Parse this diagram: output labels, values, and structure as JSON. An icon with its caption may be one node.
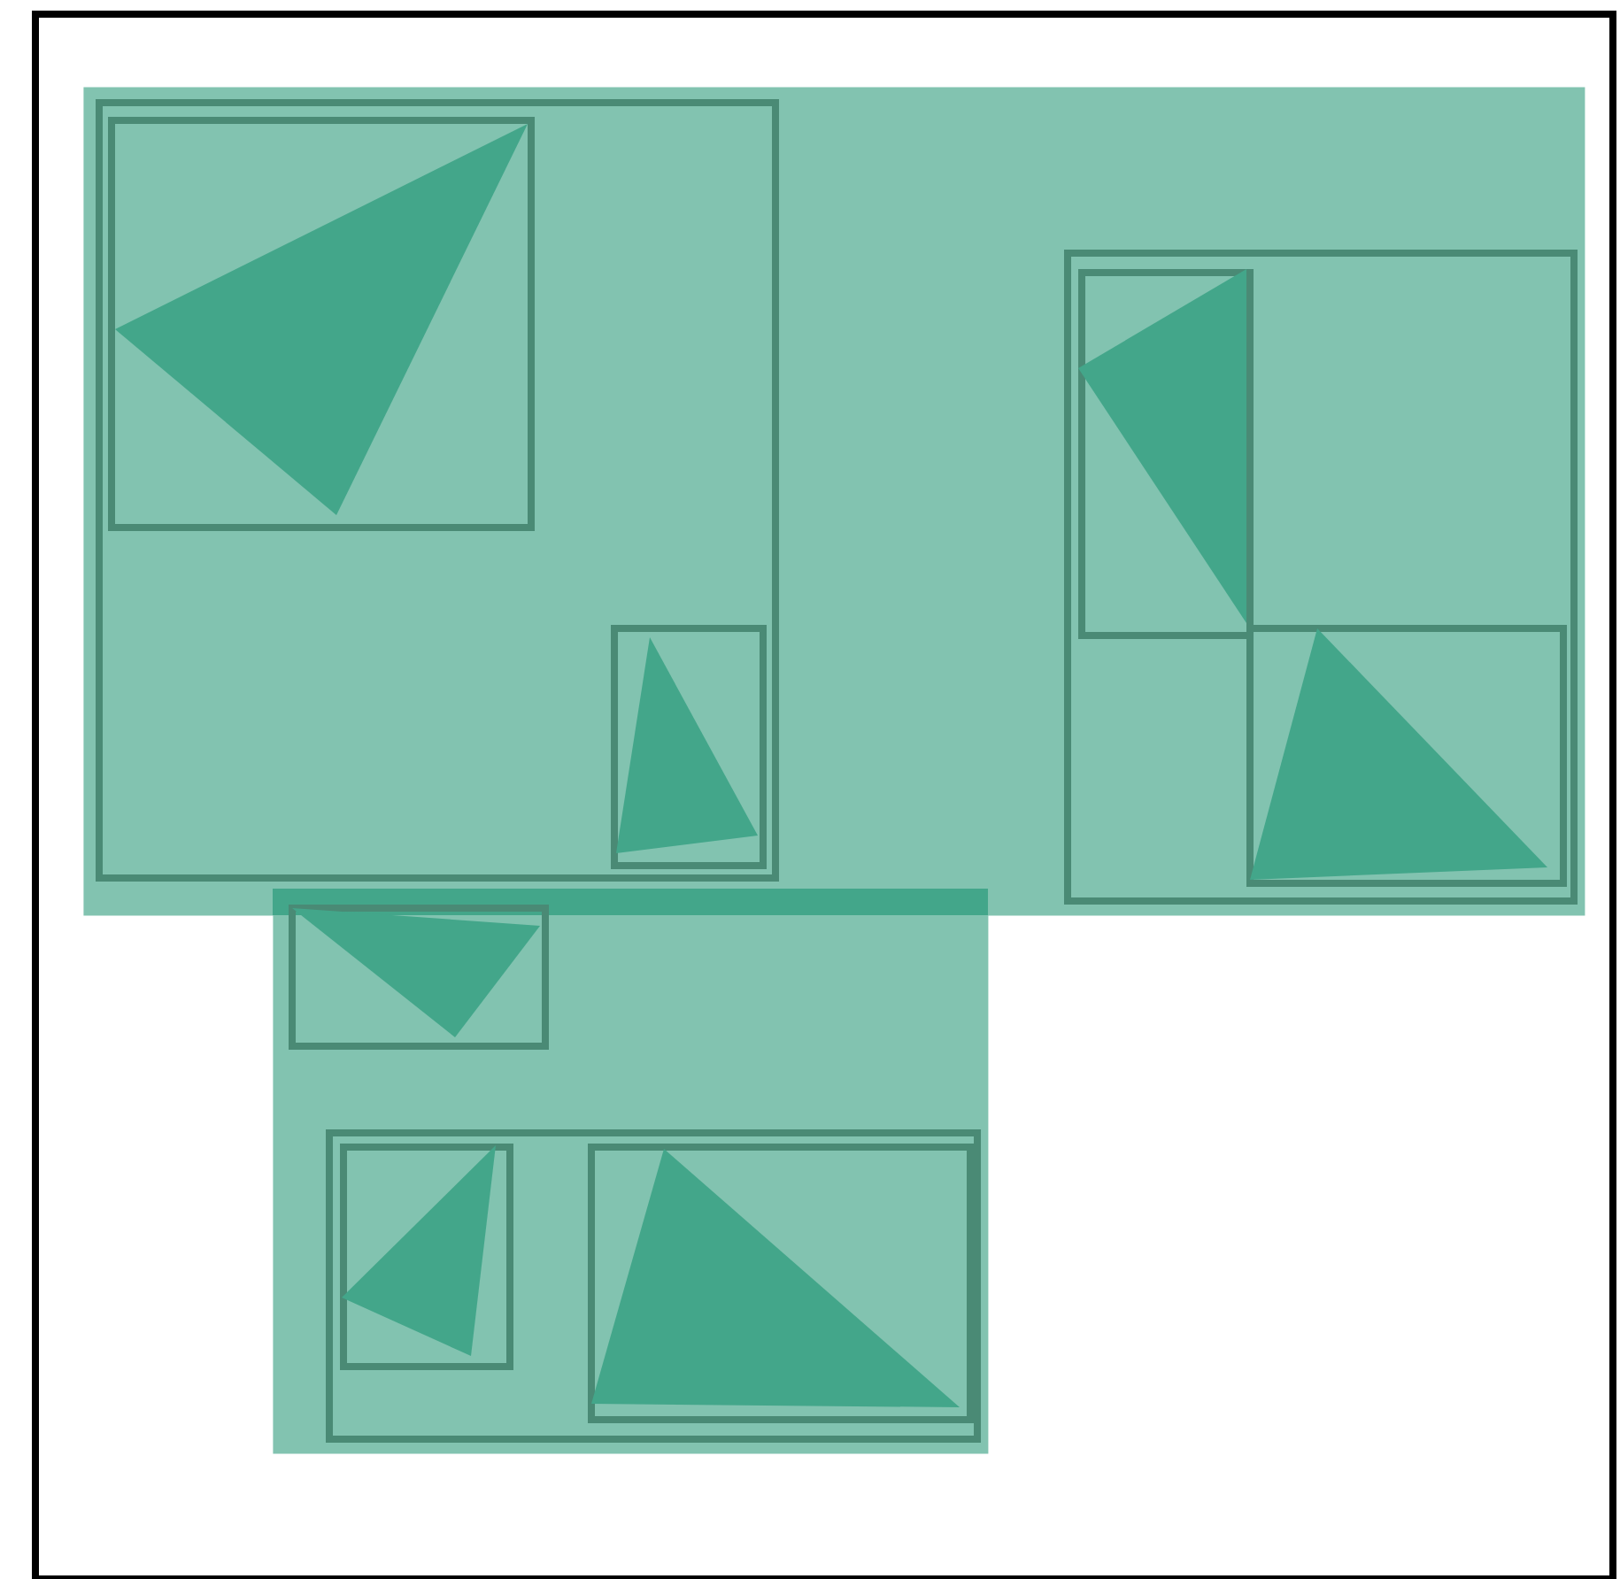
{
  "diagram": {
    "nodes": [
      {
        "text": [],
        "shape": "box"
      },
      {
        "text": [],
        "shape": "band",
        "in": 0
      },
      {
        "text": [],
        "shape": "box",
        "in": 1
      },
      {
        "text": [],
        "shape": "box",
        "in": 2
      },
      {
        "text": [],
        "shape": "triangle",
        "in": 3
      },
      {
        "text": [],
        "shape": "box",
        "in": 2
      },
      {
        "text": [],
        "shape": "triangle",
        "in": 5
      },
      {
        "text": [],
        "shape": "box",
        "in": 1
      },
      {
        "text": [],
        "shape": "box",
        "in": 7
      },
      {
        "text": [],
        "shape": "triangle",
        "in": 8
      },
      {
        "text": [],
        "shape": "box",
        "in": 7
      },
      {
        "text": [],
        "shape": "triangle",
        "in": 10
      },
      {
        "text": [],
        "shape": "band",
        "in": 0
      },
      {
        "text": [],
        "shape": "box",
        "in": 12
      },
      {
        "text": [],
        "shape": "triangle",
        "in": 13
      },
      {
        "text": [],
        "shape": "box",
        "in": 12
      },
      {
        "text": [],
        "shape": "box",
        "in": 15
      },
      {
        "text": [],
        "shape": "triangle",
        "in": 16
      },
      {
        "text": [],
        "shape": "box",
        "in": 15
      },
      {
        "text": [],
        "shape": "triangle",
        "in": 18
      }
    ]
  }
}
